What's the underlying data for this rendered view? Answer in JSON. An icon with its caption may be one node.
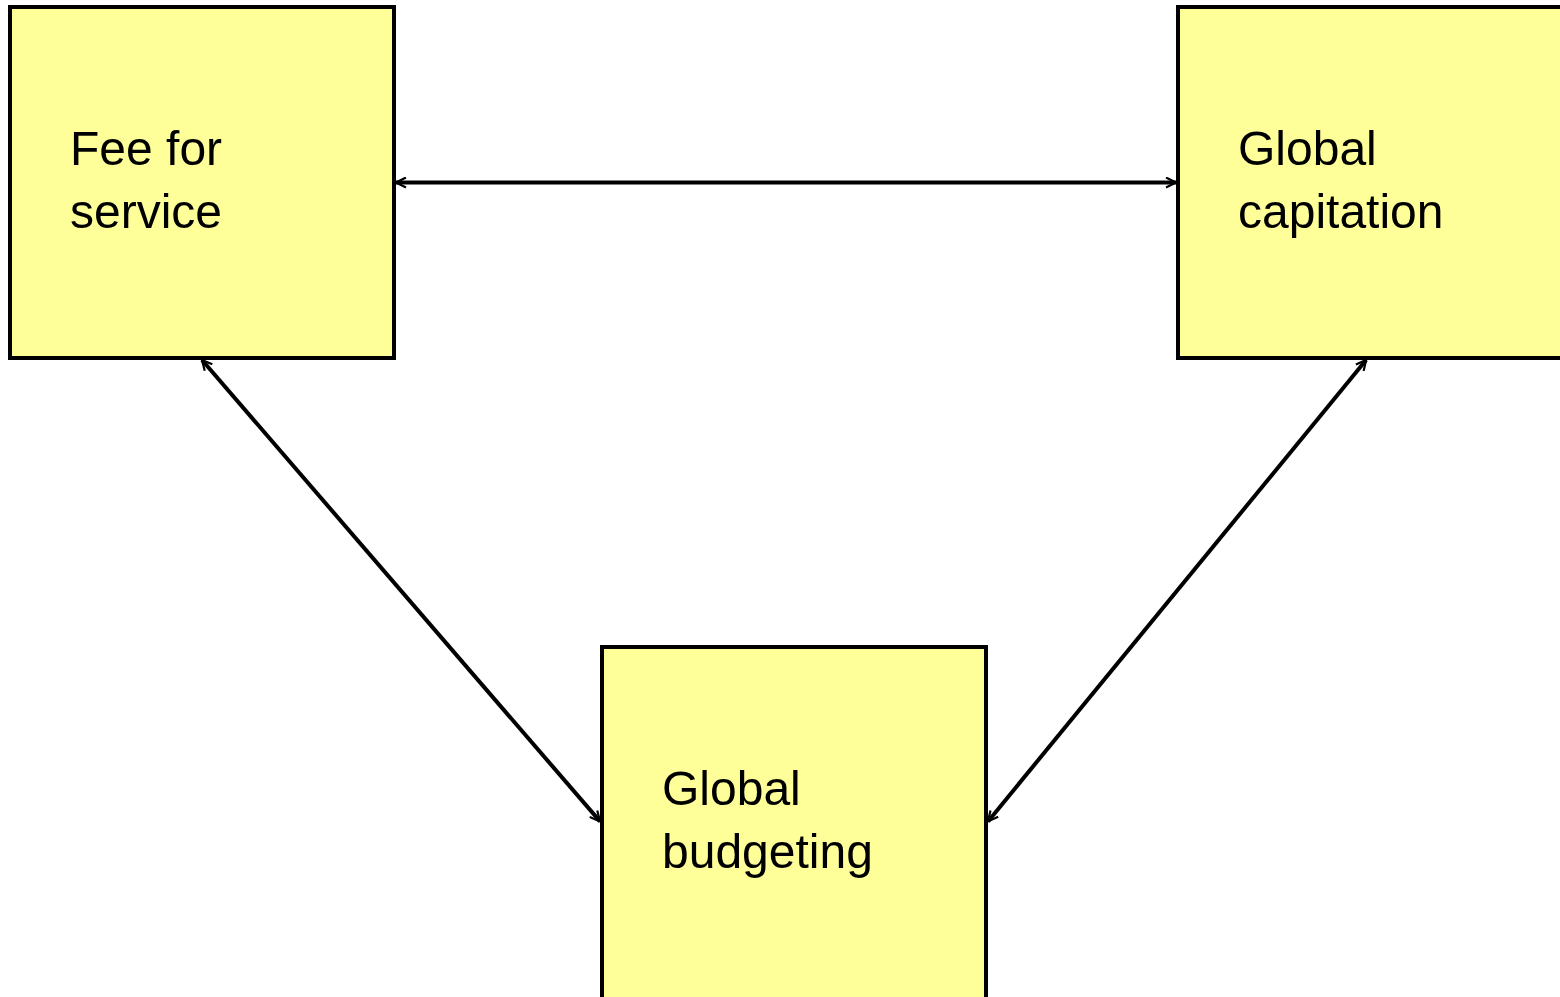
{
  "diagram": {
    "nodes": [
      {
        "text": [
          "Fee for service"
        ]
      },
      {
        "text": [
          "Global capitation"
        ]
      },
      {
        "text": [
          "Global budgeting"
        ]
      }
    ],
    "edges": [
      {
        "from": 0,
        "to": 1,
        "arrow": "both"
      },
      {
        "from": 0,
        "to": 2,
        "arrow": "both"
      },
      {
        "from": 1,
        "to": 2,
        "arrow": "both"
      }
    ]
  }
}
